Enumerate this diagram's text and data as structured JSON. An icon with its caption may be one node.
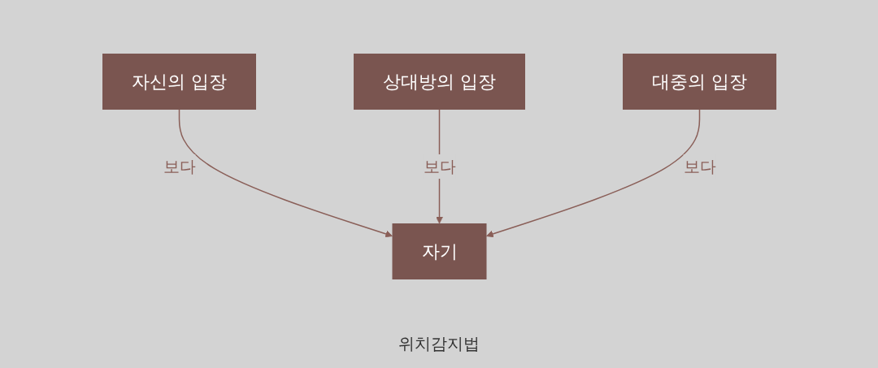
{
  "diagram": {
    "nodes": [
      {
        "text": [
          "자신의 입장"
        ]
      },
      {
        "text": [
          "상대방의 입장"
        ]
      },
      {
        "text": [
          "대중의 입장"
        ]
      },
      {
        "text": [
          "자기"
        ],
        "beside": [
          "위치감지법"
        ]
      }
    ],
    "edges": [
      {
        "from": 0,
        "to": 3,
        "arrow": "to",
        "label": "보다"
      },
      {
        "from": 1,
        "to": 3,
        "arrow": "to",
        "label": "보다"
      },
      {
        "from": 2,
        "to": 3,
        "arrow": "to",
        "label": "보다"
      }
    ]
  }
}
